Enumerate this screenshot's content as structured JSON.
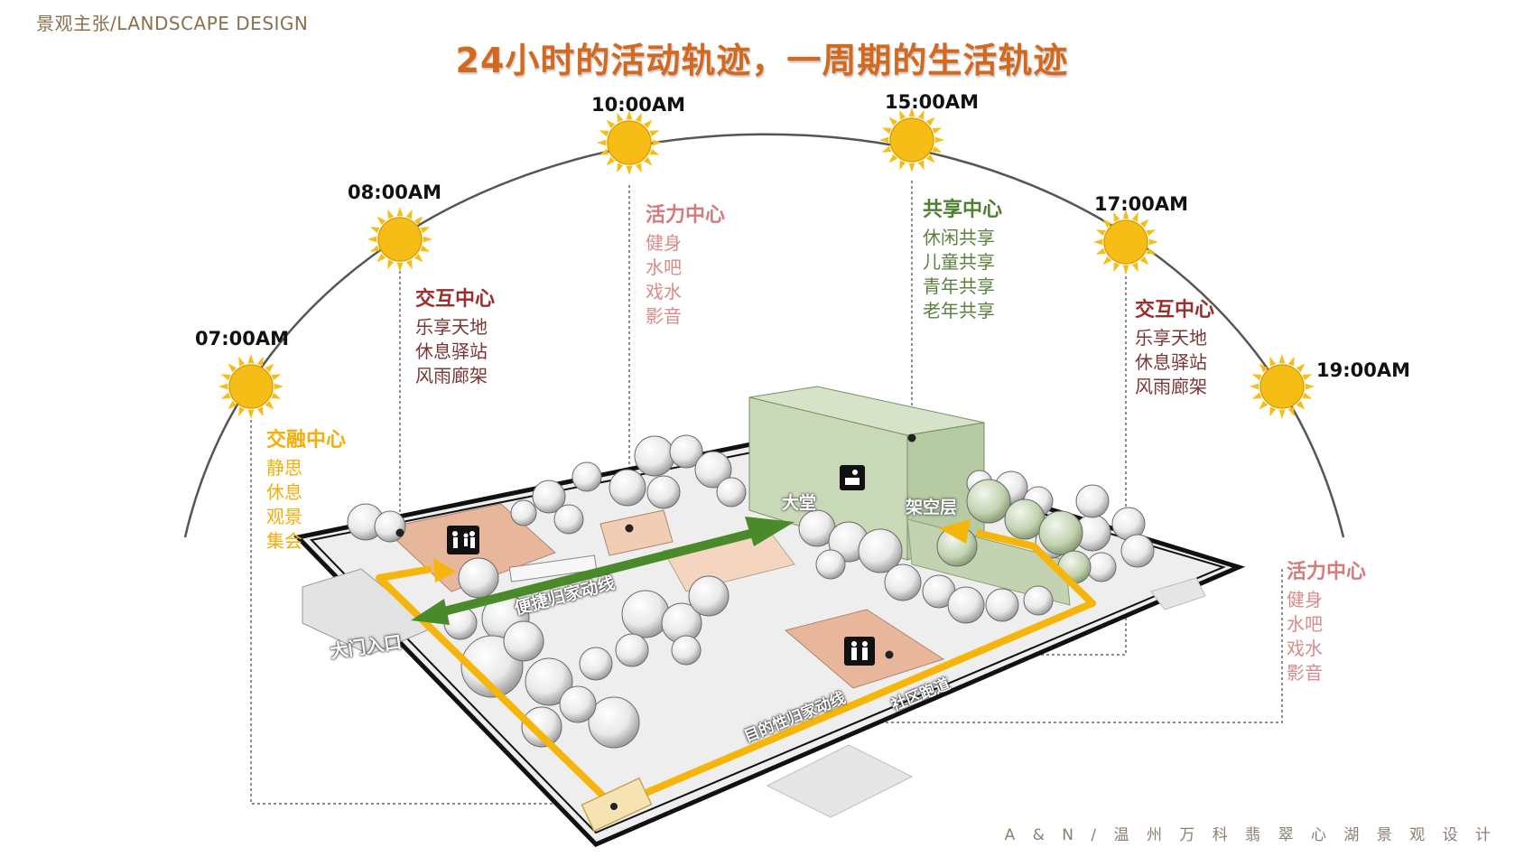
{
  "header": {
    "label": "景观主张/LANDSCAPE  DESIGN",
    "title": "24小时的活动轨迹，一周期的生活轨迹"
  },
  "footer": {
    "credit": "A & N / 温 州 万 科 翡 翠 心 湖 景 观 设 计"
  },
  "colors": {
    "title": "#d2691e",
    "sun": "#f6bd16",
    "yellow_path": "#f5b50a",
    "green_path": "#4a8a2a",
    "green_building": "#c9d9b8",
    "plaza": "#e8b69a"
  },
  "times": [
    {
      "id": "t0700",
      "label": "07:00AM"
    },
    {
      "id": "t0800",
      "label": "08:00AM"
    },
    {
      "id": "t1000",
      "label": "10:00AM"
    },
    {
      "id": "t1500",
      "label": "15:00AM"
    },
    {
      "id": "t1700",
      "label": "17:00AM"
    },
    {
      "id": "t1900",
      "label": "19:00AM"
    }
  ],
  "zones": {
    "jiaorong": {
      "title": "交融中心",
      "items": [
        "静思",
        "休息",
        "观景",
        "集会"
      ]
    },
    "jiaohu_left": {
      "title": "交互中心",
      "items": [
        "乐享天地",
        "休息驿站",
        "风雨廊架"
      ]
    },
    "huoli_top": {
      "title": "活力中心",
      "items": [
        "健身",
        "水吧",
        "戏水",
        "影音"
      ]
    },
    "gongxiang": {
      "title": "共享中心",
      "items": [
        "休闲共享",
        "儿童共享",
        "青年共享",
        "老年共享"
      ]
    },
    "jiaohu_right": {
      "title": "交互中心",
      "items": [
        "乐享天地",
        "休息驿站",
        "风雨廊架"
      ]
    },
    "huoli_right": {
      "title": "活力中心",
      "items": [
        "健身",
        "水吧",
        "戏水",
        "影音"
      ]
    }
  },
  "map_labels": {
    "lobby": "大堂",
    "stilt_floor": "架空层",
    "main_entrance": "大门入口",
    "quick_route": "便捷归家动线",
    "purpose_route": "目的性归家动线",
    "community_path": "社区跑道"
  }
}
